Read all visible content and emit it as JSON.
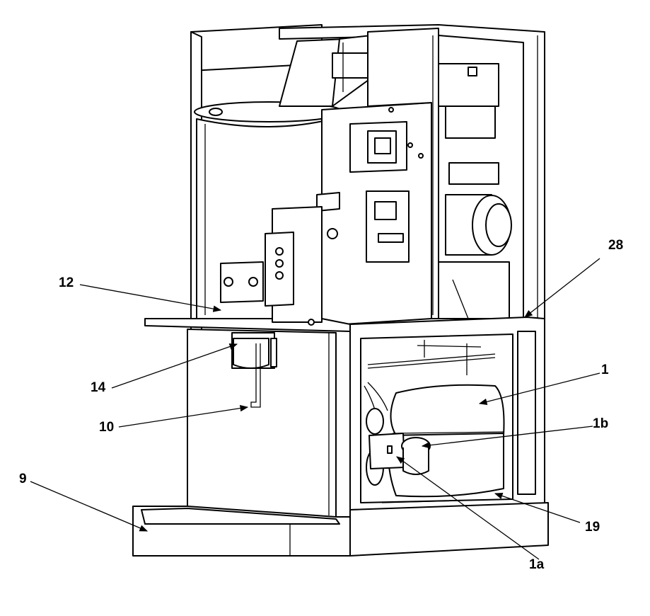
{
  "callouts": {
    "c28": "28",
    "c12": "12",
    "c14": "14",
    "c1": "1",
    "c10": "10",
    "c1b": "1b",
    "c9": "9",
    "c19": "19",
    "c1a": "1a"
  }
}
